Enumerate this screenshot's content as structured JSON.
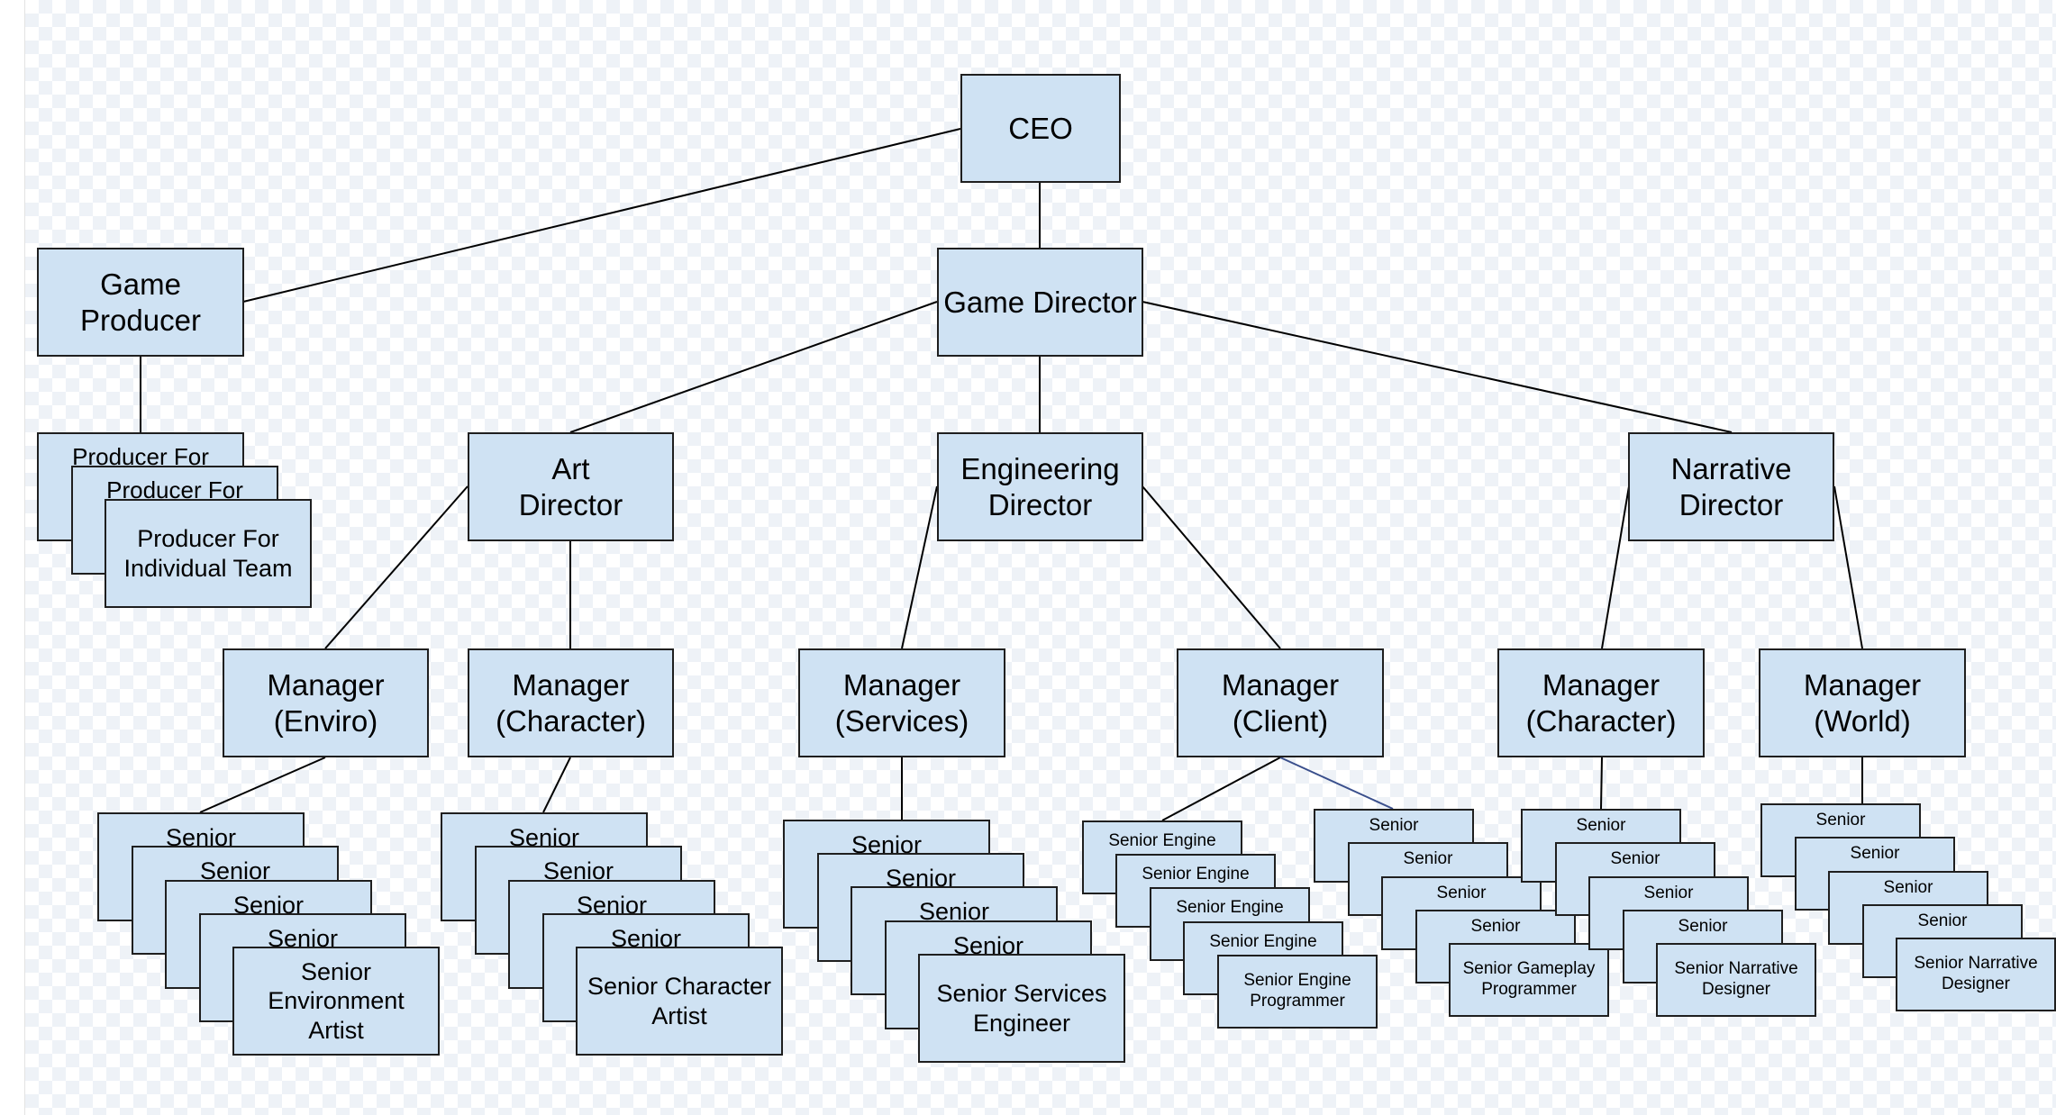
{
  "labels": {
    "ceo": "CEO",
    "game_producer": "Game Producer",
    "game_director": "Game Director",
    "producer_individual": "Producer For Individual Team",
    "producer_for": "Producer For",
    "art_director": "Art Director",
    "engineering_director": "Engineering Director",
    "narrative_director": "Narrative Director",
    "manager_enviro": "Manager (Enviro)",
    "manager_character": "Manager (Character)",
    "manager_services": "Manager (Services)",
    "manager_client": "Manager (Client)",
    "manager_world": "Manager (World)",
    "senior": "Senior",
    "senior_environment_artist": "Senior Environment Artist",
    "senior_character_artist": "Senior Character Artist",
    "senior_services_engineer": "Senior Services Engineer",
    "senior_engine": "Senior Engine",
    "senior_engine_programmer": "Senior Engine Programmer",
    "senior_gameplay_programmer": "Senior Gameplay Programmer",
    "senior_narrative_designer": "Senior Narrative Designer"
  },
  "colors": {
    "box_fill": "#cfe2f3",
    "box_border": "#1f1f1f",
    "line": "#000000"
  }
}
